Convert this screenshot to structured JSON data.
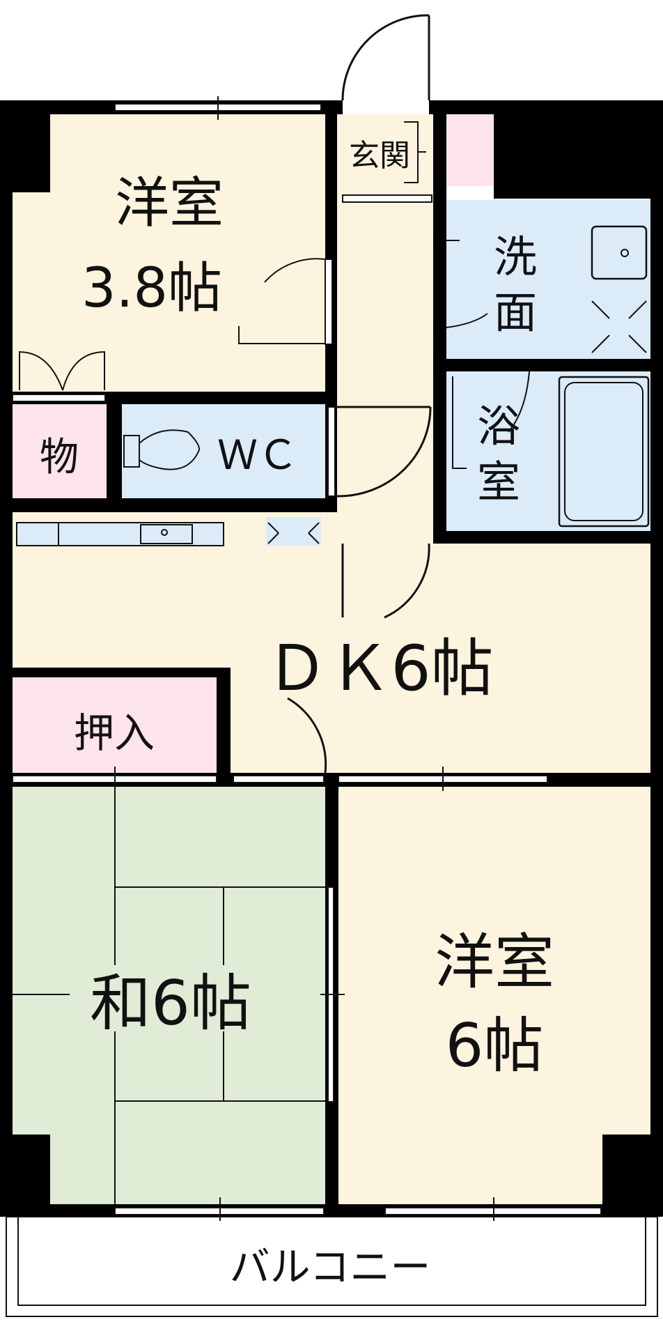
{
  "rooms": {
    "western_small": {
      "name": "洋室",
      "size": "3.8帖"
    },
    "entrance": {
      "name": "玄関"
    },
    "washroom": {
      "line1": "洗",
      "line2": "面"
    },
    "bathroom": {
      "line1": "浴",
      "line2": "室"
    },
    "storage": {
      "name": "物"
    },
    "toilet": {
      "name": "ＷＣ"
    },
    "dining_kitchen": {
      "name": "ＤＫ6帖"
    },
    "closet": {
      "name": "押入"
    },
    "japanese": {
      "name": "和6帖"
    },
    "western_large": {
      "name": "洋室",
      "size": "6帖"
    },
    "balcony": {
      "name": "バルコニー"
    }
  },
  "colors": {
    "western": "#fdf4df",
    "wet": "#dcebf8",
    "storage": "#fde3ea",
    "tatami": "#e0ecd6",
    "wall": "#000000"
  }
}
